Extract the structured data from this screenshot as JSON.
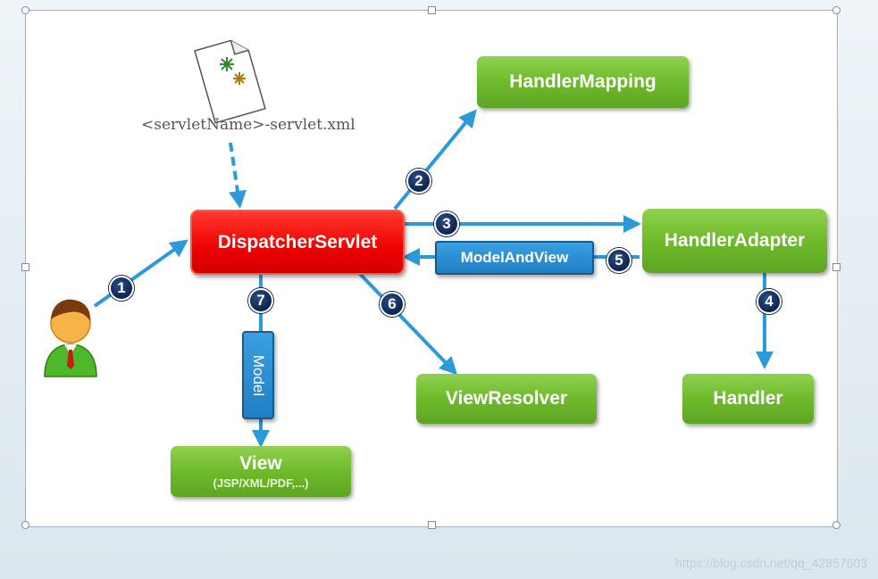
{
  "nodes": {
    "handler_mapping": "HandlerMapping",
    "dispatcher_servlet": "DispatcherServlet",
    "handler_adapter": "HandlerAdapter",
    "model_and_view": "ModelAndView",
    "view_resolver": "ViewResolver",
    "handler": "Handler",
    "model": "Model",
    "view": "View",
    "view_sub": "(JSP/XML/PDF,...)"
  },
  "config_file": "<servletName>-servlet.xml",
  "steps": [
    "1",
    "2",
    "3",
    "4",
    "5",
    "6",
    "7"
  ],
  "watermark": "https://blog.csdn.net/qq_42857603",
  "colors": {
    "arrow": "#2a9ad8",
    "green_node": "#6fba2c",
    "red_node": "#ee0000",
    "step_badge": "#0d2552"
  },
  "icons": [
    "user-icon",
    "xml-file-icon"
  ]
}
